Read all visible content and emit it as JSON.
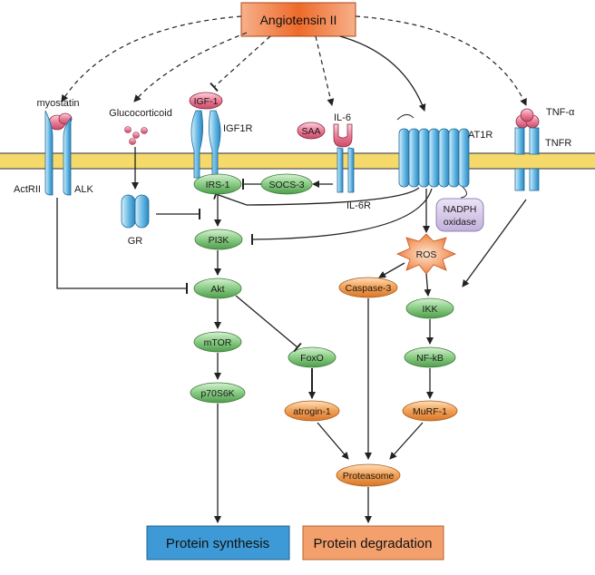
{
  "colors": {
    "membrane": "#f6d96b",
    "green_node": "#7cc47a",
    "orange_node": "#f0a04b",
    "pink": "#e8738f",
    "receptor_blue": "#5aafde",
    "synthesis_box": "#3d9ad6",
    "degradation_box": "#f3a06d",
    "angiotensin_box": "#ee6a2a"
  },
  "source": {
    "label": "Angiotensin II"
  },
  "ligands": {
    "myostatin": "myostatin",
    "glucocorticoid": "Glucocorticoid",
    "igf1": "IGF-1",
    "il6": "IL-6",
    "saa": "SAA",
    "tnf": "TNF-α"
  },
  "receptors": {
    "actrii": "ActRII",
    "alk": "ALK",
    "igf1r": "IGF1R",
    "il6r": "IL-6R",
    "at1r": "AT1R",
    "tnfr": "TNFR",
    "gr": "GR",
    "nadph": [
      "NADPH",
      "oxidase"
    ]
  },
  "nodes": {
    "irs1": "IRS-1",
    "socs3": "SOCS-3",
    "pi3k": "PI3K",
    "akt": "Akt",
    "mtor": "mTOR",
    "p70s6k": "p70S6K",
    "foxo": "FoxO",
    "atrogin1": "atrogin-1",
    "ros": "ROS",
    "caspase3": "Caspase-3",
    "ikk": "IKK",
    "nfkb": "NF-kB",
    "murf1": "MuRF-1",
    "proteasome": "Proteasome"
  },
  "outcomes": {
    "synthesis": "Protein synthesis",
    "degradation": "Protein degradation"
  }
}
